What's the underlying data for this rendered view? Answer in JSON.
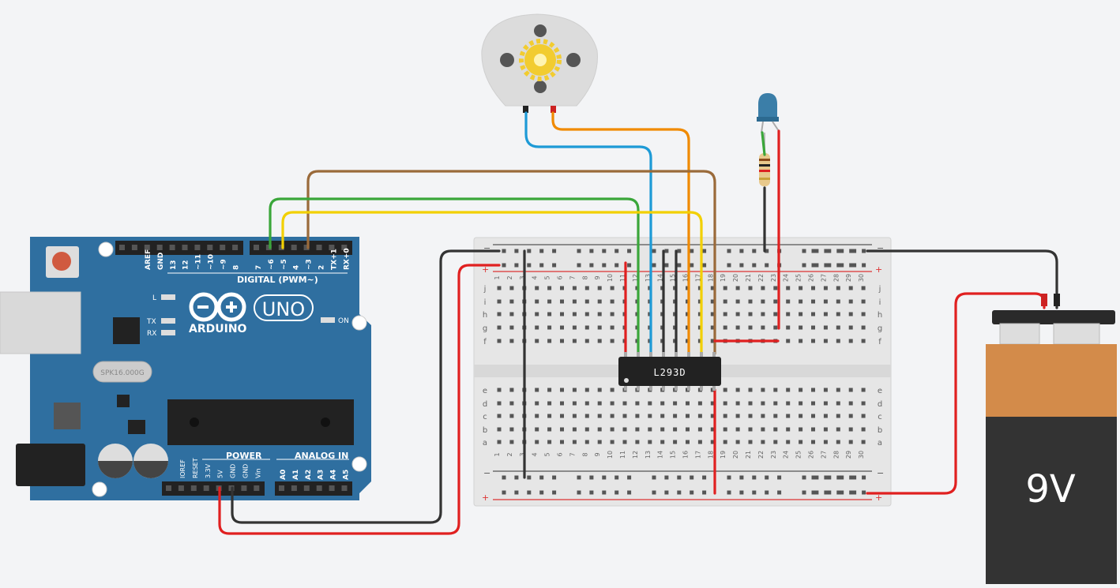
{
  "arduino": {
    "brand": "ARDUINO",
    "model": "UNO",
    "digital_label": "DIGITAL (PWM~)",
    "power_label": "POWER",
    "analog_label": "ANALOG IN",
    "crystal": "SPK16.000G",
    "led_l": "L",
    "led_tx": "TX",
    "led_rx": "RX",
    "led_on": "ON",
    "digital_pins": [
      "AREF",
      "GND",
      "13",
      "12",
      "~11",
      "~10",
      "~9",
      "8",
      "7",
      "~6",
      "~5",
      "4",
      "~3",
      "2",
      "TX+1",
      "RX+0"
    ],
    "power_pins": [
      "IOREF",
      "RESET",
      "3.3V",
      "5V",
      "GND",
      "GND",
      "Vin"
    ],
    "analog_pins": [
      "A0",
      "A1",
      "A2",
      "A3",
      "A4",
      "A5"
    ]
  },
  "breadboard": {
    "rows_top": [
      "j",
      "i",
      "h",
      "g",
      "f"
    ],
    "rows_bottom": [
      "e",
      "d",
      "c",
      "b",
      "a"
    ],
    "minus": "−",
    "plus": "+"
  },
  "chip": {
    "label": "L293D"
  },
  "battery": {
    "label": "9V"
  },
  "colors": {
    "board": "#2f6fa0",
    "wire_black": "#333333",
    "wire_red": "#e02020",
    "wire_blue": "#1d9ad6",
    "wire_orange": "#f08a00",
    "wire_green": "#3aa63a",
    "wire_yellow": "#f2d000",
    "wire_brown": "#9a6a3a"
  }
}
